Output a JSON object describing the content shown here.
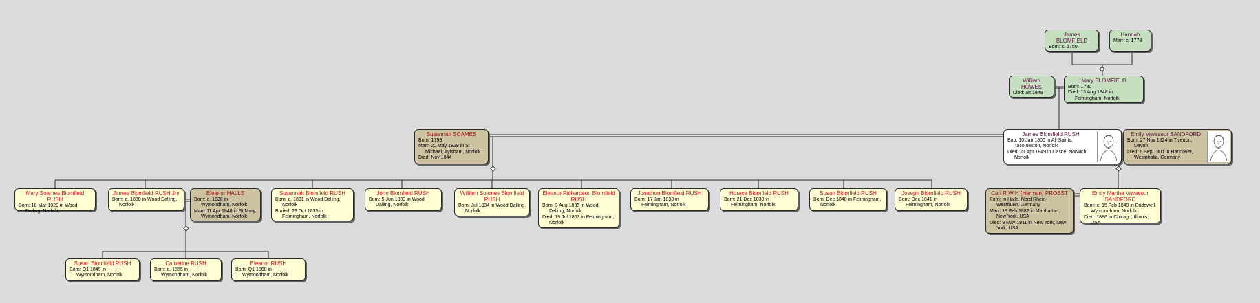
{
  "people": [
    {
      "id": "james_sr",
      "name": "James  BLOMFIELD",
      "details": [
        "Born: c. 1750"
      ],
      "style": "green"
    },
    {
      "id": "hannah",
      "name": "Hannah",
      "details": [
        "Marr: c. 1778"
      ],
      "style": "green"
    },
    {
      "id": "william_howes",
      "name": "William  HOWES",
      "details": [
        "Died: aft 1849"
      ],
      "style": "green"
    },
    {
      "id": "mary_blomfield",
      "name": "Mary  BLOMFIELD",
      "details": [
        "Born: 1780",
        "Died: 13 Aug 1848 in Felmingham, Norfolk"
      ],
      "style": "green"
    },
    {
      "id": "susannah_soames",
      "name": "Susannah   SOAMES",
      "details": [
        "Born: 1798",
        "Marr: 20 May 1828 in St Michael, Aylsham, Norfolk",
        "Died: Nov 1844"
      ],
      "style": "spouse"
    },
    {
      "id": "james_rush",
      "name": "James Blomfield RUSH",
      "details": [
        "Bap: 10 Jan 1800 in All Saints, Tacolneston, Norfolk",
        "Died: 21 Apr 1849 in Castle, Norwich, Norfolk"
      ],
      "style": "white",
      "portrait": true
    },
    {
      "id": "emily_sandford",
      "name": "Emily Vavasour SANDFORD",
      "details": [
        "Born: 27 Nov 1824 in Tiverton, Devon",
        "Died: 6 Sep 1901 in Hannover, Westphalia, Germany"
      ],
      "style": "white spouse",
      "portrait": true
    },
    {
      "id": "mary_soames",
      "name": "Mary Soames Blomfield RUSH",
      "details": [
        "Born: 18 Mar 1829 in Wood Dalling, Norfolk"
      ],
      "style": "blood"
    },
    {
      "id": "james_jnr",
      "name": "James Blomfield RUSH Jnr",
      "details": [
        "Born: c. 1830 in Wood Dalling, Norfolk"
      ],
      "style": "blood"
    },
    {
      "id": "eleanor_halls",
      "name": "Eleanor  HALLS",
      "details": [
        "Born: c. 1828 in Wymondham, Norfolk",
        "Marr: 11 Apr 1848 in St Mary, Wymondham, Norfolk"
      ],
      "style": "spouse"
    },
    {
      "id": "susannah_rush",
      "name": "Susannah  Blomfield  RUSH",
      "details": [
        "Born: c. 1831 in Wood Dalling, Norfolk",
        "Buried: 29 Oct 1835 in Felmingham, Norfolk"
      ],
      "style": "blood"
    },
    {
      "id": "john_rush",
      "name": "John  Blomfield RUSH",
      "details": [
        "Born: 5 Jun 1833 in Wood Dalling, Norfolk"
      ],
      "style": "blood"
    },
    {
      "id": "william_rush",
      "name": "William  Soames  Blomfield RUSH",
      "details": [
        "Born: Jul 1834 in Wood Dalling, Norfolk"
      ],
      "style": "blood"
    },
    {
      "id": "eleanor_rush",
      "name": "Eleanor  Richardson  Blomfield RUSH",
      "details": [
        "Born: 3 Aug 1835 in Wood Dalling, Norfolk",
        "Died: 19 Jul 1863 in Felmingham, Norfolk"
      ],
      "style": "blood"
    },
    {
      "id": "jonathon_rush",
      "name": "Jonathon  Blomfield  RUSH",
      "details": [
        "Born: 17 Jan 1838 in Felmingham, Norfolk"
      ],
      "style": "blood"
    },
    {
      "id": "horace_rush",
      "name": "Horace  Blomfield RUSH",
      "details": [
        "Born: 21 Dec 1839 in Felmingham, Norfolk"
      ],
      "style": "blood"
    },
    {
      "id": "susan_rush",
      "name": "Susan  Blomfield  RUSH",
      "details": [
        "Born: Dec 1840 in Felmingham, Norfolk"
      ],
      "style": "blood"
    },
    {
      "id": "joseph_rush",
      "name": "Joseph  Blomfield  RUSH",
      "details": [
        "Born: Dec 1841 in Felmingham, Norfolk"
      ],
      "style": "blood"
    },
    {
      "id": "carl_probst",
      "name": "Carl R W H  (Herman) PROBST",
      "details": [
        "Born:  in Halle, Nord Rhein-Westfalen, Germany",
        "Marr: 19 Feb 1882 in Manhattan, New York, USA",
        "Died: 9 May 1911 in New York, New York, USA"
      ],
      "style": "spouse"
    },
    {
      "id": "emily_martha",
      "name": "Emily  Martha  Vavasour SANDFORD",
      "details": [
        "Born: c. 15 Feb 1849 in Bridewell, Wymondham, Norfolk",
        "Died: 1886 in Chicago, Illinois, USA"
      ],
      "style": "blood"
    },
    {
      "id": "susan_gc",
      "name": "Susan Blomfield  RUSH",
      "details": [
        "Born: Q1 1849 in Wymondham, Norfolk"
      ],
      "style": "blood"
    },
    {
      "id": "catherine_gc",
      "name": "Catherine  RUSH",
      "details": [
        "Born: c. 1855 in Wymondham, Norfolk"
      ],
      "style": "blood"
    },
    {
      "id": "eleanor_gc",
      "name": "Eleanor  RUSH",
      "details": [
        "Born: Q1 1860 in Wymondham, Norfolk"
      ],
      "style": "blood"
    }
  ]
}
